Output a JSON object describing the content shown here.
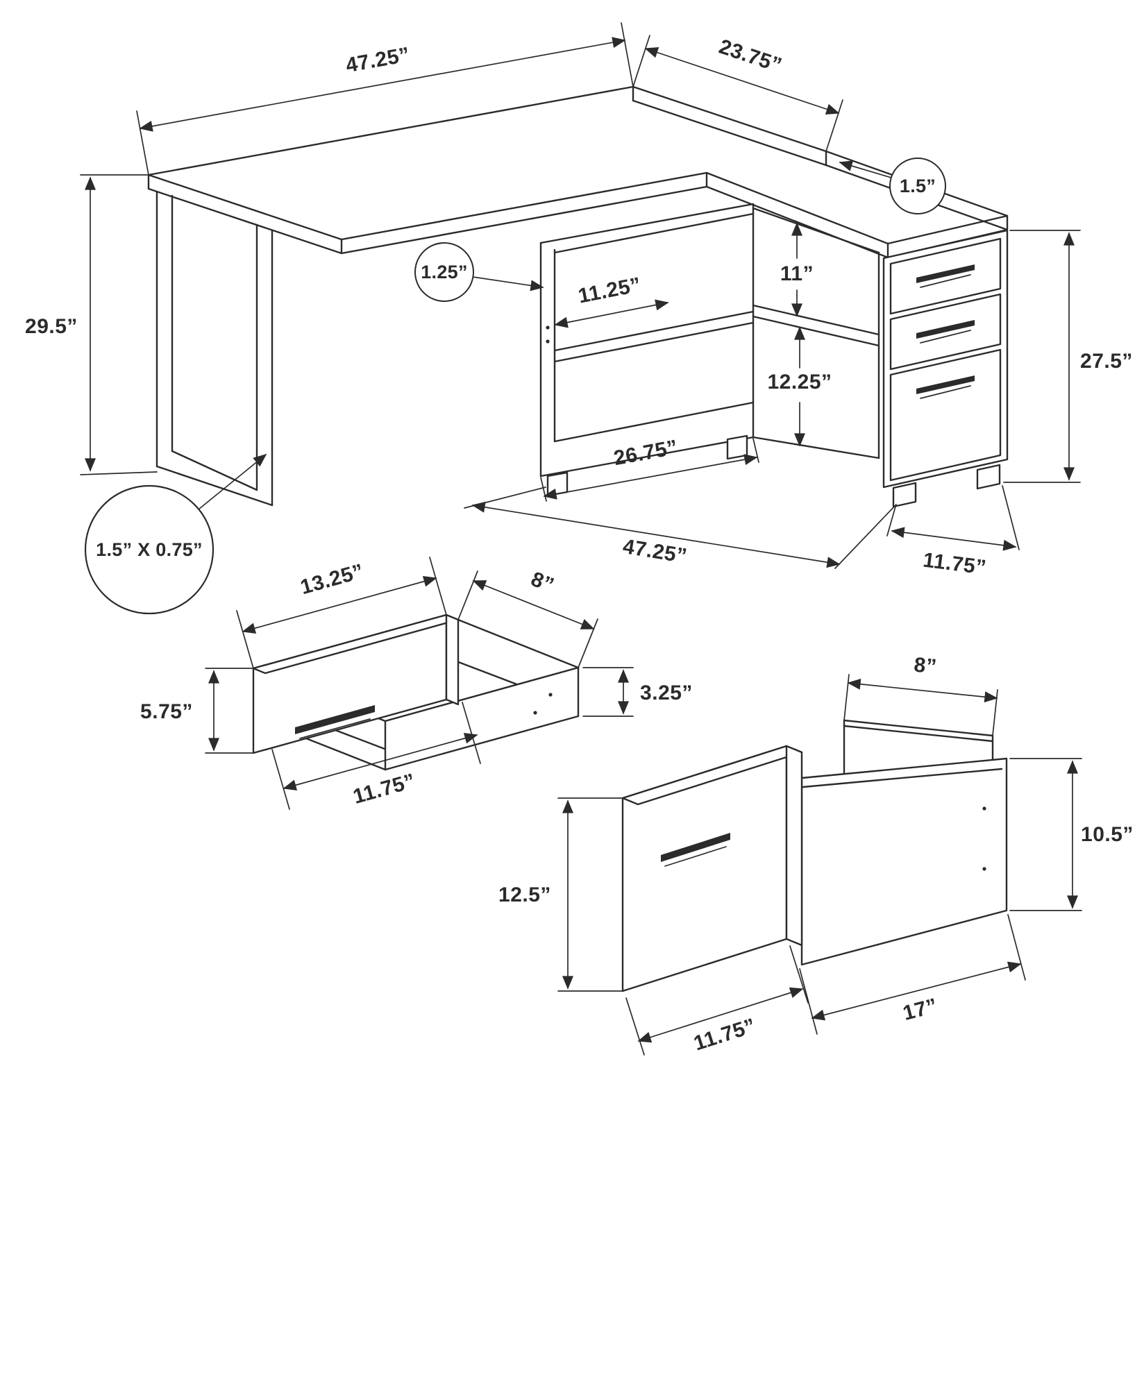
{
  "diagram": {
    "ink": "#2b2b2b",
    "background": "#ffffff",
    "subject": "l-shaped-desk-assembly-dimensions"
  },
  "desk_view": {
    "dim_top_width": "47.25”",
    "dim_top_depth": "23.75”",
    "callout_top_thickness": "1.5”",
    "dim_height": "29.5”",
    "callout_panel_thickness": "1.25”",
    "dim_shelf_depth": "11.25”",
    "dim_upper_opening": "11”",
    "dim_lower_opening": "12.25”",
    "dim_shelf_width": "26.75”",
    "dim_base_width": "47.25”",
    "dim_cabinet_height": "27.5”",
    "dim_cabinet_depth": "11.75”",
    "callout_leg_tube": "1.5” X 0.75”"
  },
  "small_drawer_view": {
    "dim_front_width": "13.25”",
    "dim_depth": "8”",
    "dim_front_height": "5.75”",
    "dim_box_height": "3.25”",
    "dim_box_width": "11.75”"
  },
  "file_drawer_view": {
    "dim_back_width": "8”",
    "dim_front_height": "12.5”",
    "dim_box_height": "10.5”",
    "dim_box_width": "11.75”",
    "dim_depth": "17”"
  }
}
